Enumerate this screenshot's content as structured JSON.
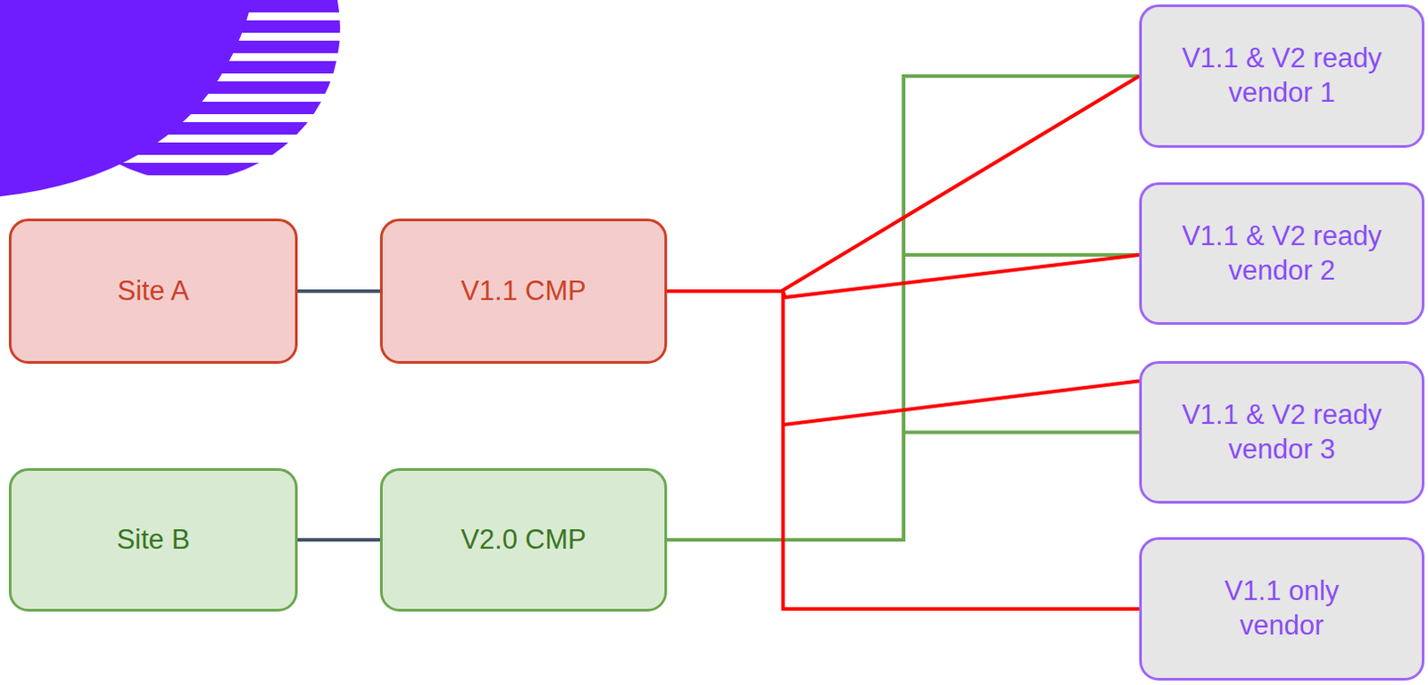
{
  "diagram": {
    "nodes": [
      {
        "text": [
          "Site A"
        ]
      },
      {
        "text": [
          "V1.1 CMP"
        ]
      },
      {
        "text": [
          "Site B"
        ]
      },
      {
        "text": [
          "V2.0 CMP"
        ]
      },
      {
        "text": [
          "V1.1 & V2 ready vendor 1"
        ]
      },
      {
        "text": [
          "V1.1 & V2 ready vendor 2"
        ]
      },
      {
        "text": [
          "V1.1 & V2 ready vendor 3"
        ]
      },
      {
        "text": [
          "V1.1 only vendor"
        ]
      }
    ],
    "edges": [
      {
        "from": 0,
        "to": 1,
        "arrow": "none"
      },
      {
        "from": 2,
        "to": 3,
        "arrow": "none"
      },
      {
        "from": 3,
        "to": 4,
        "arrow": "none"
      },
      {
        "from": 3,
        "to": 5,
        "arrow": "none"
      },
      {
        "from": 3,
        "to": 6,
        "arrow": "none"
      },
      {
        "from": 1,
        "to": 4,
        "arrow": "none"
      },
      {
        "from": 1,
        "to": 5,
        "arrow": "none"
      },
      {
        "from": 1,
        "to": 6,
        "arrow": "none"
      },
      {
        "from": 1,
        "to": 7,
        "arrow": "none"
      }
    ]
  }
}
